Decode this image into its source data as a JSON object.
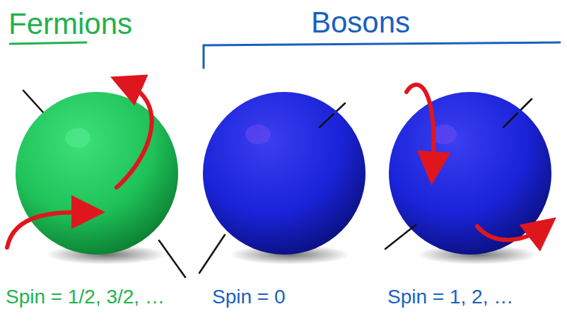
{
  "diagram": {
    "labels": [
      "Fermions",
      "Bosons",
      "Spin = 1/2, 3/2, …",
      "Spin = 0",
      "Spin = 1, 2, …"
    ]
  }
}
